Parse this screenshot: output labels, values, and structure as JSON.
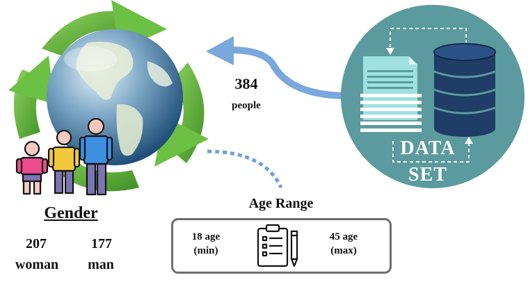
{
  "people": {
    "count": "384",
    "label": "people"
  },
  "dataset": {
    "line1": "DATA",
    "line2": "SET"
  },
  "gender": {
    "title": "Gender",
    "woman_count": "207",
    "woman_label": "woman",
    "man_count": "177",
    "man_label": "man"
  },
  "age_range": {
    "title": "Age Range",
    "min_value": "18 age",
    "min_label": "(min)",
    "max_value": "45 age",
    "max_label": "(max)"
  },
  "colors": {
    "recycle_green": "#5fb53a",
    "dataset_circle": "#5b9a9e",
    "database_navy": "#1f3d66",
    "document_teal": "#9fe0e0",
    "arrow_blue": "#7aa7dc"
  },
  "icons": [
    "globe-icon",
    "recycle-arrows-icon",
    "family-icon",
    "document-icon",
    "database-icon",
    "clipboard-icon",
    "pencil-icon"
  ]
}
